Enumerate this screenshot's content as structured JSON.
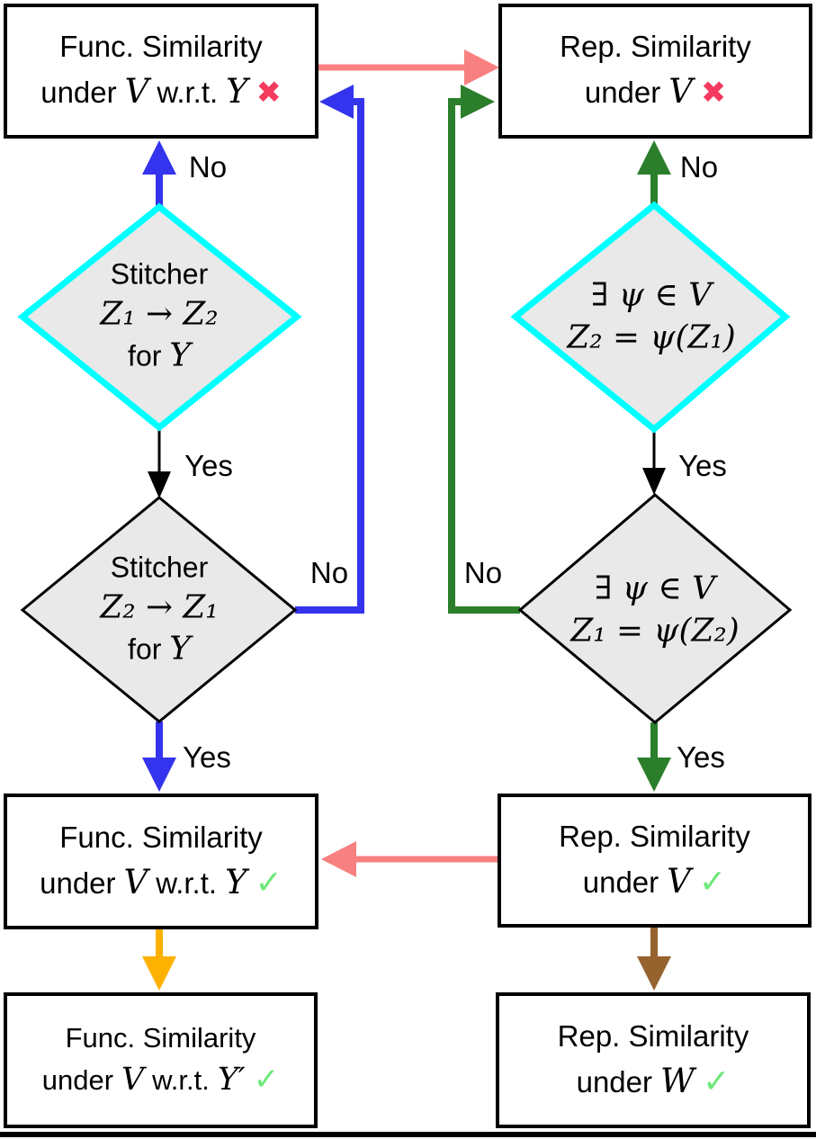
{
  "palette": {
    "pink_arrow": "#f98080",
    "blue_arrow": "#3434ee",
    "green_arrow": "#2b7e2b",
    "black_arrow": "#000000",
    "orange_arrow": "#fdb100",
    "brown_arrow": "#96632f",
    "cyan_border": "#00ffff",
    "diamond_fill": "#e9e9e9",
    "box_border": "#000000",
    "cross_mark": "#f43a5e",
    "check_mark": "#6ee87a"
  },
  "labels": {
    "yes": "Yes",
    "no": "No"
  },
  "boxes": {
    "func_no": {
      "line1": "Func. Similarity",
      "pre": "under",
      "var1": "V",
      "mid": "w.r.t.",
      "var2": "Y",
      "mark": "✖"
    },
    "rep_no": {
      "line1": "Rep. Similarity",
      "pre": "under",
      "var1": "V",
      "mark": "✖"
    },
    "func_yes": {
      "line1": "Func. Similarity",
      "pre": "under",
      "var1": "V",
      "mid": "w.r.t.",
      "var2": "Y",
      "mark": "✓"
    },
    "rep_yes": {
      "line1": "Rep. Similarity",
      "pre": "under",
      "var1": "V",
      "mark": "✓"
    },
    "func_yprime": {
      "line1": "Func. Similarity",
      "pre": "under",
      "var1": "V",
      "mid": "w.r.t.",
      "var2": "Y′",
      "mark": "✓"
    },
    "rep_w": {
      "line1": "Rep. Similarity",
      "pre": "under",
      "var1": "W",
      "mark": "✓"
    }
  },
  "diamonds": {
    "stitch_1_2": {
      "line1": "Stitcher",
      "line2": "Z₁ → Z₂",
      "line3_pre": "for",
      "line3_var": "Y"
    },
    "exists_psi_21": {
      "line1": "∃ ψ ∈ V",
      "line2": "Z₂ = ψ(Z₁)"
    },
    "stitch_2_1": {
      "line1": "Stitcher",
      "line2": "Z₂ → Z₁",
      "line3_pre": "for",
      "line3_var": "Y"
    },
    "exists_psi_12": {
      "line1": "∃ ψ ∈ V",
      "line2": "Z₁ = ψ(Z₂)"
    }
  }
}
